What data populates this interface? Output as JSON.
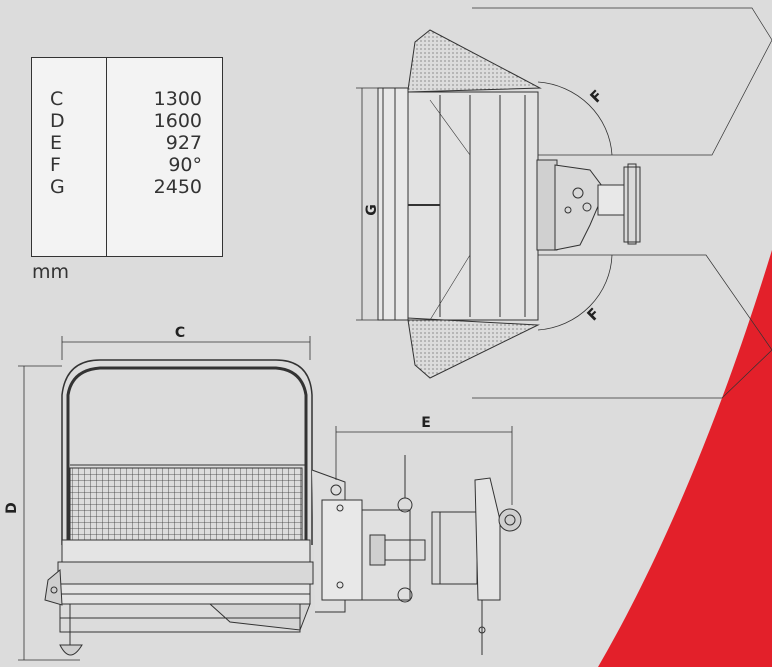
{
  "specs": {
    "rows": [
      {
        "key": "C",
        "value": "1300"
      },
      {
        "key": "D",
        "value": "1600"
      },
      {
        "key": "E",
        "value": "927"
      },
      {
        "key": "F",
        "value": "90°"
      },
      {
        "key": "G",
        "value": "2450"
      }
    ],
    "unit": "mm"
  },
  "dimension_labels": {
    "c": "C",
    "d": "D",
    "e": "E",
    "f_top": "F",
    "f_bottom": "F",
    "g": "G"
  },
  "colors": {
    "background": "#dcdcdc",
    "accent": "#e3202a",
    "line": "#333333"
  }
}
